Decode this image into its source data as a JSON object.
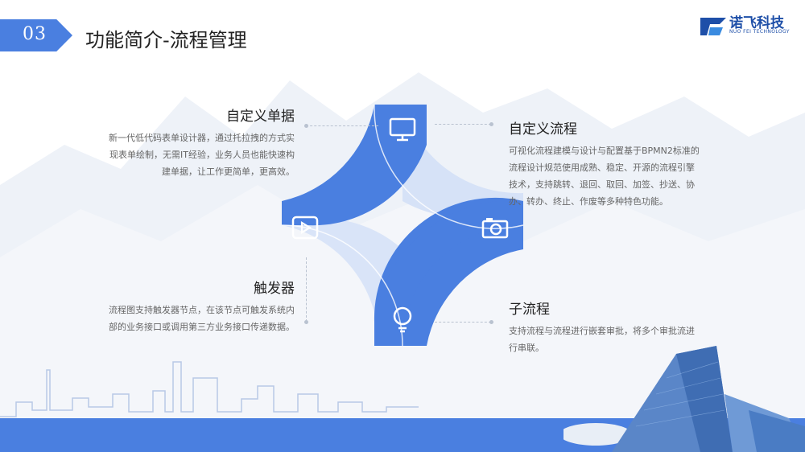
{
  "header": {
    "number": "03",
    "title": "功能简介-流程管理"
  },
  "logo": {
    "name": "诺飞科技",
    "subtitle": "NUO FEI TECHNOLOGY"
  },
  "features": [
    {
      "title": "自定义单据",
      "desc": "新一代低代码表单设计器，通过托拉拽的方式实现表单绘制，无需IT经验，业务人员也能快速构建单据，让工作更简单，更高效。"
    },
    {
      "title": "自定义流程",
      "desc": "可视化流程建模与设计与配置基于BPMN2标准的流程设计规范使用成熟、稳定、开源的流程引擎技术，支持跳转、退回、取回、加签、抄送、协办、转办、终止、作废等多种特色功能。"
    },
    {
      "title": "触发器",
      "desc": "流程图支持触发器节点，在该节点可触发系统内部的业务接口或调用第三方业务接口传递数据。"
    },
    {
      "title": "子流程",
      "desc": "支持流程与流程进行嵌套审批，将多个审批流进行串联。"
    }
  ],
  "icons": [
    "monitor-icon",
    "camera-icon",
    "play-icon",
    "lightbulb-icon"
  ],
  "colors": {
    "primary": "#4A7FE0",
    "light": "#D6E2F7",
    "text": "#222222",
    "muted": "#666666"
  }
}
